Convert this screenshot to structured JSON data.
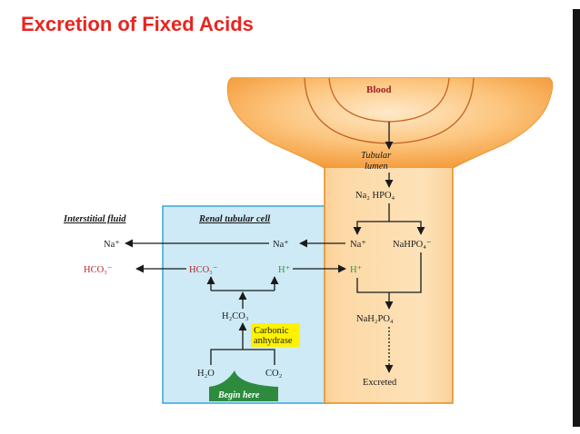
{
  "slide": {
    "title": "Excretion of Fixed Acids"
  },
  "diagram": {
    "blood": "Blood",
    "tubular_lumen_1": "Tubular",
    "tubular_lumen_2": "lumen",
    "interstitial_fluid": "Interstitial fluid",
    "renal_tubular_cell": "Renal tubular cell",
    "na2hpo4": "Na₂ HPO₄",
    "na_plus": "Na⁺",
    "nahpo4_minus": "NaHPO₄⁻",
    "hco3_minus": "HCO₃⁻",
    "h_plus": "H⁺",
    "h2co3": "H₂CO₃",
    "carbonic_anhydrase_1": "Carbonic",
    "carbonic_anhydrase_2": "anhydrase",
    "nah2po4": "NaH₂PO₄",
    "h2o": "H₂O",
    "co2": "CO₂",
    "begin_here": "Begin here",
    "excreted": "Excreted"
  },
  "colors": {
    "title": "#e8251f",
    "cell_fill": "#cdeaf6",
    "cell_border": "#3aa6d6",
    "lumen_orange": "#f5a03a",
    "enzyme_yellow": "#fff200",
    "begin_green": "#2e8b3e"
  }
}
